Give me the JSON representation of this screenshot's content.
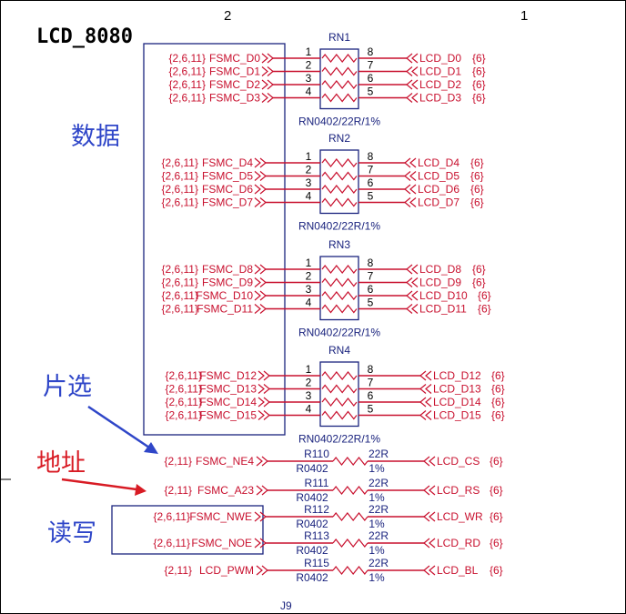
{
  "sheet": {
    "zone_left": "2",
    "zone_right": "1",
    "title": "LCD_8080",
    "footer_label": "J9"
  },
  "annotations": {
    "data": "数据",
    "chip_select": "片选",
    "address": "地址",
    "read_write": "读写"
  },
  "networks": [
    {
      "ref": "RN1",
      "value": "RN0402/22R/1%",
      "pins": [
        {
          "left_pin": "1",
          "right_pin": "8",
          "src_ref": "{2,6,11}",
          "src": "FSMC_D0",
          "dst": "LCD_D0",
          "dst_ref": "{6}"
        },
        {
          "left_pin": "2",
          "right_pin": "7",
          "src_ref": "{2,6,11}",
          "src": "FSMC_D1",
          "dst": "LCD_D1",
          "dst_ref": "{6}"
        },
        {
          "left_pin": "3",
          "right_pin": "6",
          "src_ref": "{2,6,11}",
          "src": "FSMC_D2",
          "dst": "LCD_D2",
          "dst_ref": "{6}"
        },
        {
          "left_pin": "4",
          "right_pin": "5",
          "src_ref": "{2,6,11}",
          "src": "FSMC_D3",
          "dst": "LCD_D3",
          "dst_ref": "{6}"
        }
      ]
    },
    {
      "ref": "RN2",
      "value": "RN0402/22R/1%",
      "pins": [
        {
          "left_pin": "1",
          "right_pin": "8",
          "src_ref": "{2,6,11}",
          "src": "FSMC_D4",
          "dst": "LCD_D4",
          "dst_ref": "{6}"
        },
        {
          "left_pin": "2",
          "right_pin": "7",
          "src_ref": "{2,6,11}",
          "src": "FSMC_D5",
          "dst": "LCD_D5",
          "dst_ref": "{6}"
        },
        {
          "left_pin": "3",
          "right_pin": "6",
          "src_ref": "{2,6,11}",
          "src": "FSMC_D6",
          "dst": "LCD_D6",
          "dst_ref": "{6}"
        },
        {
          "left_pin": "4",
          "right_pin": "5",
          "src_ref": "{2,6,11}",
          "src": "FSMC_D7",
          "dst": "LCD_D7",
          "dst_ref": "{6}"
        }
      ]
    },
    {
      "ref": "RN3",
      "value": "RN0402/22R/1%",
      "pins": [
        {
          "left_pin": "1",
          "right_pin": "8",
          "src_ref": "{2,6,11}",
          "src": "FSMC_D8",
          "dst": "LCD_D8",
          "dst_ref": "{6}"
        },
        {
          "left_pin": "2",
          "right_pin": "7",
          "src_ref": "{2,6,11}",
          "src": "FSMC_D9",
          "dst": "LCD_D9",
          "dst_ref": "{6}"
        },
        {
          "left_pin": "3",
          "right_pin": "6",
          "src_ref": "{2,6,11}",
          "src": "FSMC_D10",
          "dst": "LCD_D10",
          "dst_ref": "{6}"
        },
        {
          "left_pin": "4",
          "right_pin": "5",
          "src_ref": "{2,6,11}",
          "src": "FSMC_D11",
          "dst": "LCD_D11",
          "dst_ref": "{6}"
        }
      ]
    },
    {
      "ref": "RN4",
      "value": "RN0402/22R/1%",
      "pins": [
        {
          "left_pin": "1",
          "right_pin": "8",
          "src_ref": "{2,6,11}",
          "src": "FSMC_D12",
          "dst": "LCD_D12",
          "dst_ref": "{6}"
        },
        {
          "left_pin": "2",
          "right_pin": "7",
          "src_ref": "{2,6,11}",
          "src": "FSMC_D13",
          "dst": "LCD_D13",
          "dst_ref": "{6}"
        },
        {
          "left_pin": "3",
          "right_pin": "6",
          "src_ref": "{2,6,11}",
          "src": "FSMC_D14",
          "dst": "LCD_D14",
          "dst_ref": "{6}"
        },
        {
          "left_pin": "4",
          "right_pin": "5",
          "src_ref": "{2,6,11}",
          "src": "FSMC_D15",
          "dst": "LCD_D15",
          "dst_ref": "{6}"
        }
      ]
    }
  ],
  "resistors": [
    {
      "src_ref": "{2,11}",
      "src": "FSMC_NE4",
      "ref": "R110",
      "value": "22R",
      "package": "R0402",
      "tol": "1%",
      "dst": "LCD_CS",
      "dst_ref": "{6}"
    },
    {
      "src_ref": "{2,11}",
      "src": "FSMC_A23",
      "ref": "R111",
      "value": "22R",
      "package": "R0402",
      "tol": "1%",
      "dst": "LCD_RS",
      "dst_ref": "{6}"
    },
    {
      "src_ref": "{2,6,11}",
      "src": "FSMC_NWE",
      "ref": "R112",
      "value": "22R",
      "package": "R0402",
      "tol": "1%",
      "dst": "LCD_WR",
      "dst_ref": "{6}"
    },
    {
      "src_ref": "{2,6,11}",
      "src": "FSMC_NOE",
      "ref": "R113",
      "value": "22R",
      "package": "R0402",
      "tol": "1%",
      "dst": "LCD_RD",
      "dst_ref": "{6}"
    },
    {
      "src_ref": "{2,11}",
      "src": "LCD_PWM",
      "ref": "R115",
      "value": "22R",
      "package": "R0402",
      "tol": "1%",
      "dst": "LCD_BL",
      "dst_ref": "{6}"
    }
  ],
  "colors": {
    "net": "#c8102e",
    "component": "#1a237e",
    "annotation_blue": "#2f46c8",
    "annotation_red": "#d81b24"
  }
}
